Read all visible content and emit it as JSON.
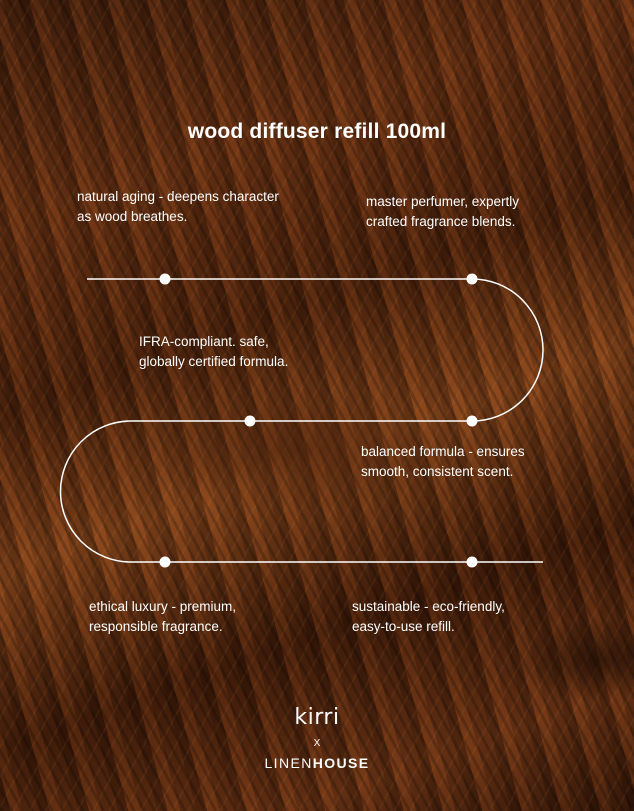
{
  "title": "wood diffuser refill 100ml",
  "features": [
    {
      "line1": "natural aging - deepens character",
      "line2": "as wood breathes."
    },
    {
      "line1": "master perfumer, expertly",
      "line2": "crafted fragrance blends."
    },
    {
      "line1": "IFRA-compliant. safe,",
      "line2": "globally certified formula."
    },
    {
      "line1": "balanced formula - ensures",
      "line2": "smooth, consistent scent."
    },
    {
      "line1": "ethical luxury - premium,",
      "line2": "responsible fragrance."
    },
    {
      "line1": "sustainable - eco-friendly,",
      "line2": "easy-to-use refill."
    }
  ],
  "brand": {
    "top": "kirri",
    "x": "X",
    "bottom_light": "LINEN",
    "bottom_bold": "HOUSE"
  },
  "colors": {
    "text": "#ffffff",
    "line": "#ffffff"
  }
}
